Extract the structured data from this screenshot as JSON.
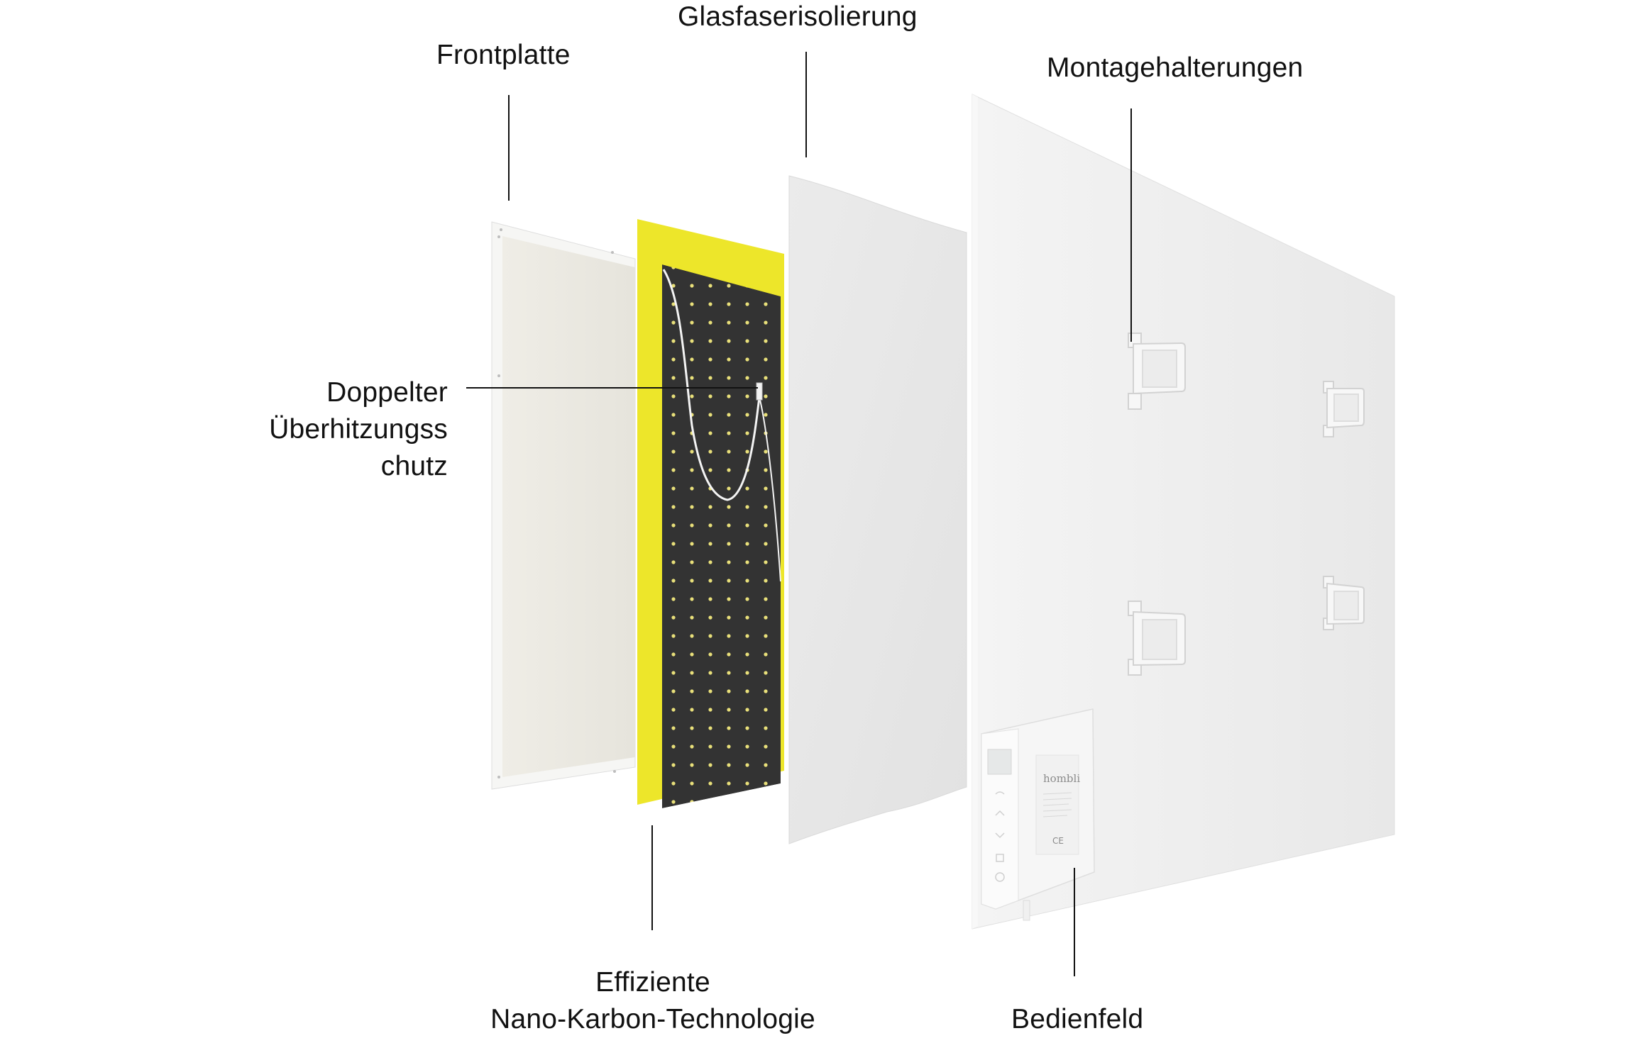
{
  "diagram": {
    "type": "exploded-product-diagram",
    "product_brand": "hombli",
    "colors": {
      "background": "#ffffff",
      "label_text": "#111111",
      "leader_line": "#111111",
      "front_frame": "#f3f3f1",
      "front_panel_inner": "#ebe9e2",
      "heating_film_border": "#ede62a",
      "heating_film_core": "#333333",
      "heating_film_dots": "#e9e07a",
      "insulation": "#e6e6e6",
      "back_panel": "#efefef",
      "control_box": "#f4f4f4"
    },
    "labels": {
      "front_plate": {
        "text": "Frontplatte"
      },
      "glass_fiber_insulation": {
        "text": "Glasfaserisolierung"
      },
      "mounting_brackets": {
        "text": "Montagehalterungen"
      },
      "overheat_protection": {
        "lines": [
          "Doppelter",
          "Überhitzungss",
          "chutz"
        ]
      },
      "nano_carbon": {
        "lines": [
          "Effiziente",
          "Nano-Karbon-Technologie"
        ]
      },
      "control_panel": {
        "text": "Bedienfeld"
      }
    },
    "control_box": {
      "brand_text": "hombli",
      "marks": "CE"
    }
  }
}
